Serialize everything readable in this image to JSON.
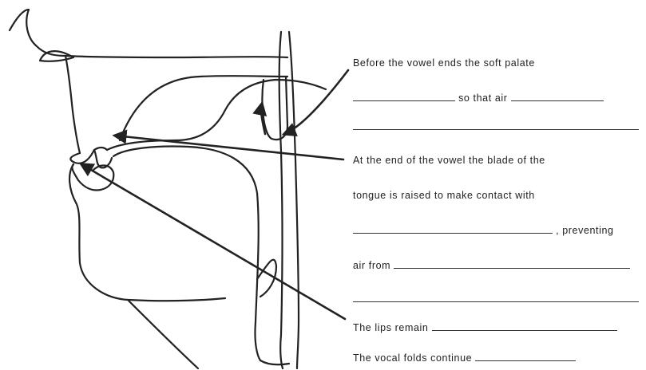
{
  "worksheet": {
    "item_soft_palate": {
      "part1": "Before the vowel ends the soft palate",
      "part2": "so that air"
    },
    "item_tongue_blade": {
      "part1": "At the end of the vowel the blade of the",
      "part2": "tongue is raised to make contact with",
      "part3": ", preventing",
      "part4": "air from"
    },
    "item_lips": {
      "part1": "The lips remain"
    },
    "item_vocal_folds": {
      "part1": "The vocal folds continue"
    }
  }
}
